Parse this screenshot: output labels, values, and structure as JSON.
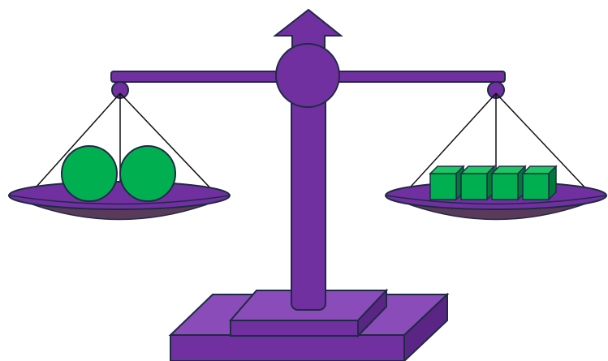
{
  "scene": {
    "colors": {
      "frame": "#7030A0",
      "frame_light": "#8A4CB8",
      "frame_dark": "#5A2585",
      "outline": "#1F2A44",
      "pan_shadow": "#5A3A5A",
      "weight": "#00B050",
      "weight_dark": "#007A38",
      "weight_light": "#19C862",
      "string": "#111111"
    },
    "left_pan": {
      "object_icon": "sphere",
      "count": 2
    },
    "right_pan": {
      "object_icon": "cube",
      "count": 4
    },
    "top_icon": "arrow-up-icon"
  }
}
